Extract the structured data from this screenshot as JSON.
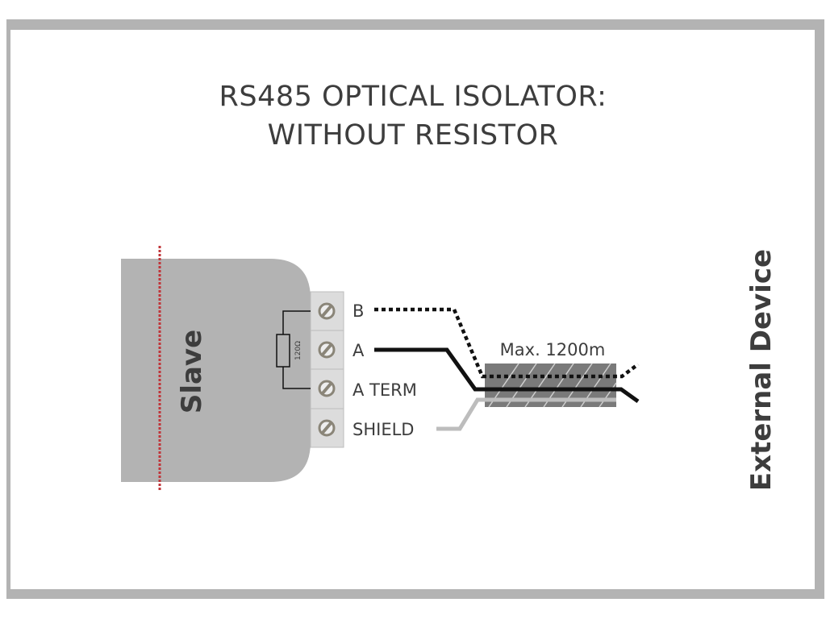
{
  "title": {
    "line1": "RS485 OPTICAL ISOLATOR:",
    "line2": "WITHOUT RESISTOR"
  },
  "slave": {
    "label": "Slave"
  },
  "resistor": {
    "label": "120Ω"
  },
  "terminals": [
    {
      "label": "B",
      "wire": "dotted"
    },
    {
      "label": "A",
      "wire": "solid"
    },
    {
      "label": "A TERM",
      "wire": "none"
    },
    {
      "label": "SHIELD",
      "wire": "light-gray"
    }
  ],
  "cable": {
    "label": "Max. 1200m"
  },
  "external_device": {
    "label": "External Device"
  },
  "colors": {
    "frame": "#b3b3b3",
    "slave_body": "#b3b3b3",
    "terminal_block": "#dcdcdc",
    "cable_jacket": "#7a7a7a",
    "wire": "#111111",
    "shield_wire": "#bdbdbd",
    "divider_line": "#c0353a",
    "text": "#3d3d3d"
  }
}
